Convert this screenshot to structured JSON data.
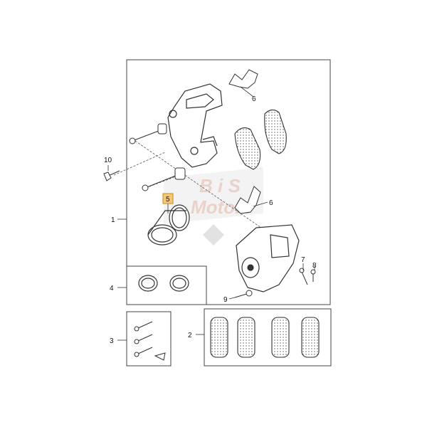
{
  "callouts": {
    "c1": "1",
    "c2": "2",
    "c3": "3",
    "c4": "4",
    "c5": "5",
    "c6a": "6",
    "c6b": "6",
    "c7": "7",
    "c8": "8",
    "c9": "9",
    "c10": "10"
  },
  "watermark": {
    "line1": "B i S",
    "line2": "Motors"
  },
  "colors": {
    "line": "#3a3a3a",
    "highlight": "#f7c874",
    "watermark": "#e8c6bd"
  }
}
